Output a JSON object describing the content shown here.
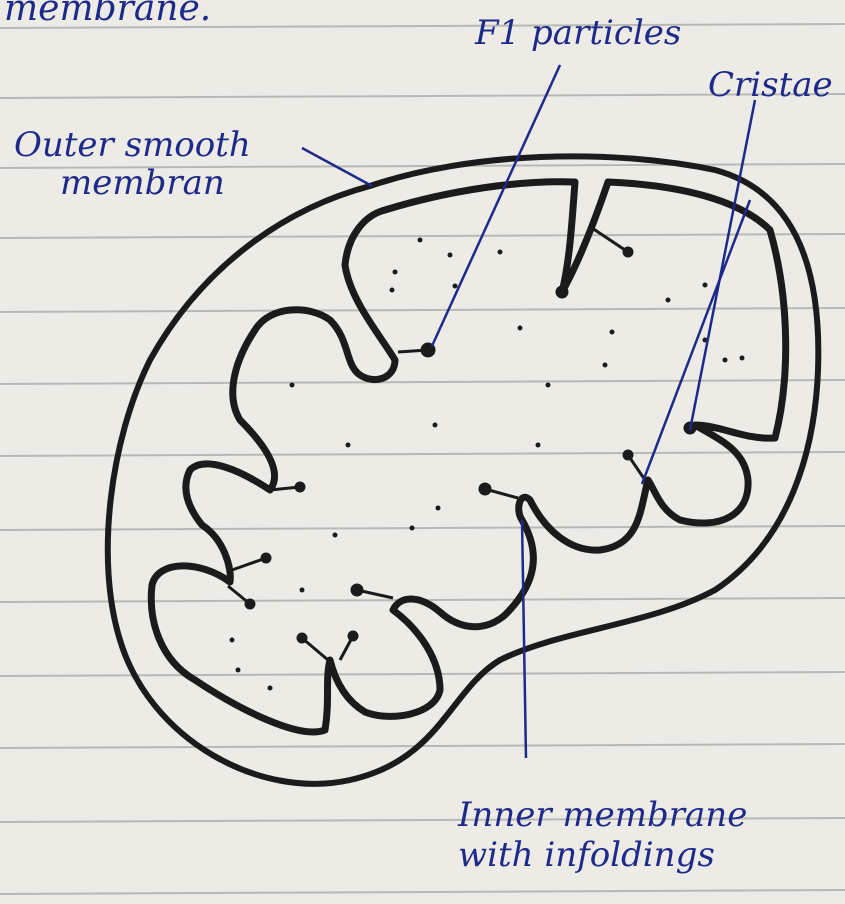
{
  "diagram": {
    "heading_fragment": "membrane.",
    "labels": {
      "f1_particles": "F1 particles",
      "cristae": "Cristae",
      "outer_membrane_line1": "Outer smooth",
      "outer_membrane_line2": "membran",
      "inner_membrane_line1": "Inner membrane",
      "inner_membrane_line2": "with infoldings"
    }
  },
  "colors": {
    "paper": "#ecebe6",
    "rule_line": "#b9b9b4",
    "ink_blue": "#1d2a8a",
    "membrane_black": "#1b1b1b"
  }
}
